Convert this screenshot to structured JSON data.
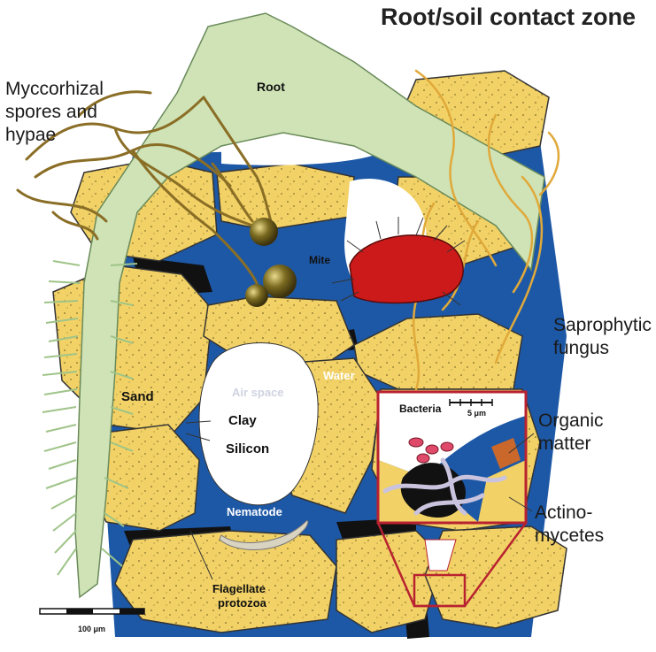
{
  "title": "Root/soil contact zone",
  "external_labels": {
    "mycorrhizal": "Myccorhizal spores and hypae",
    "saprophytic": "Saprophytic fungus",
    "organic": "Organic matter",
    "actino": "Actino- mycetes"
  },
  "internal_labels": {
    "root": "Root",
    "mite": "Mite",
    "sand": "Sand",
    "air_space": "Air space",
    "water": "Water",
    "clay": "Clay",
    "silicon": "Silicon",
    "nematode": "Nematode",
    "flagellate": "Flagellate protozoa",
    "bacteria": "Bacteria"
  },
  "scale_bars": {
    "main": "100 μm",
    "inset": "5 μm"
  },
  "colors": {
    "sand": "#f2d266",
    "water": "#1d58a6",
    "root": "#cfe3b6",
    "mite": "#cc1a1a",
    "inset_border": "#b82230",
    "fungus": "#9a7a2e",
    "saprophytic": "#e0a93a"
  }
}
